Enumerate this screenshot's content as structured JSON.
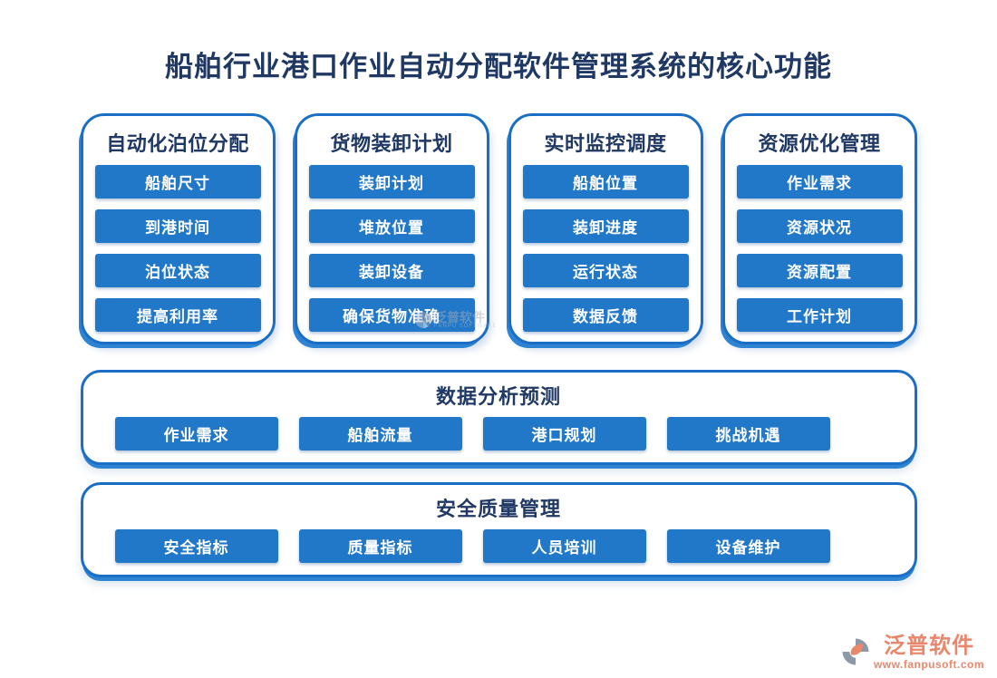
{
  "title": "船舶行业港口作业自动分配软件管理系统的核心功能",
  "columns": [
    {
      "header": "自动化泊位分配",
      "items": [
        "船舶尺寸",
        "到港时间",
        "泊位状态",
        "提高利用率"
      ]
    },
    {
      "header": "货物装卸计划",
      "items": [
        "装卸计划",
        "堆放位置",
        "装卸设备",
        "确保货物准确"
      ]
    },
    {
      "header": "实时监控调度",
      "items": [
        "船舶位置",
        "装卸进度",
        "运行状态",
        "数据反馈"
      ]
    },
    {
      "header": "资源优化管理",
      "items": [
        "作业需求",
        "资源状况",
        "资源配置",
        "工作计划"
      ]
    }
  ],
  "bands": [
    {
      "header": "数据分析预测",
      "items": [
        "作业需求",
        "船舶流量",
        "港口规划",
        "挑战机遇"
      ]
    },
    {
      "header": "安全质量管理",
      "items": [
        "安全指标",
        "质量指标",
        "人员培训",
        "设备维护"
      ]
    }
  ],
  "watermark": {
    "text": "泛普软件",
    "subtext": "FANPU SOFTWARE"
  },
  "logo": {
    "name": "泛普软件",
    "url": "www.fanpusoft.com"
  },
  "colors": {
    "pill_blue": "#2177c8",
    "border_blue": "#1a6ec5",
    "navy_text": "#1f3864",
    "logo_salmon": "#e8876c"
  }
}
